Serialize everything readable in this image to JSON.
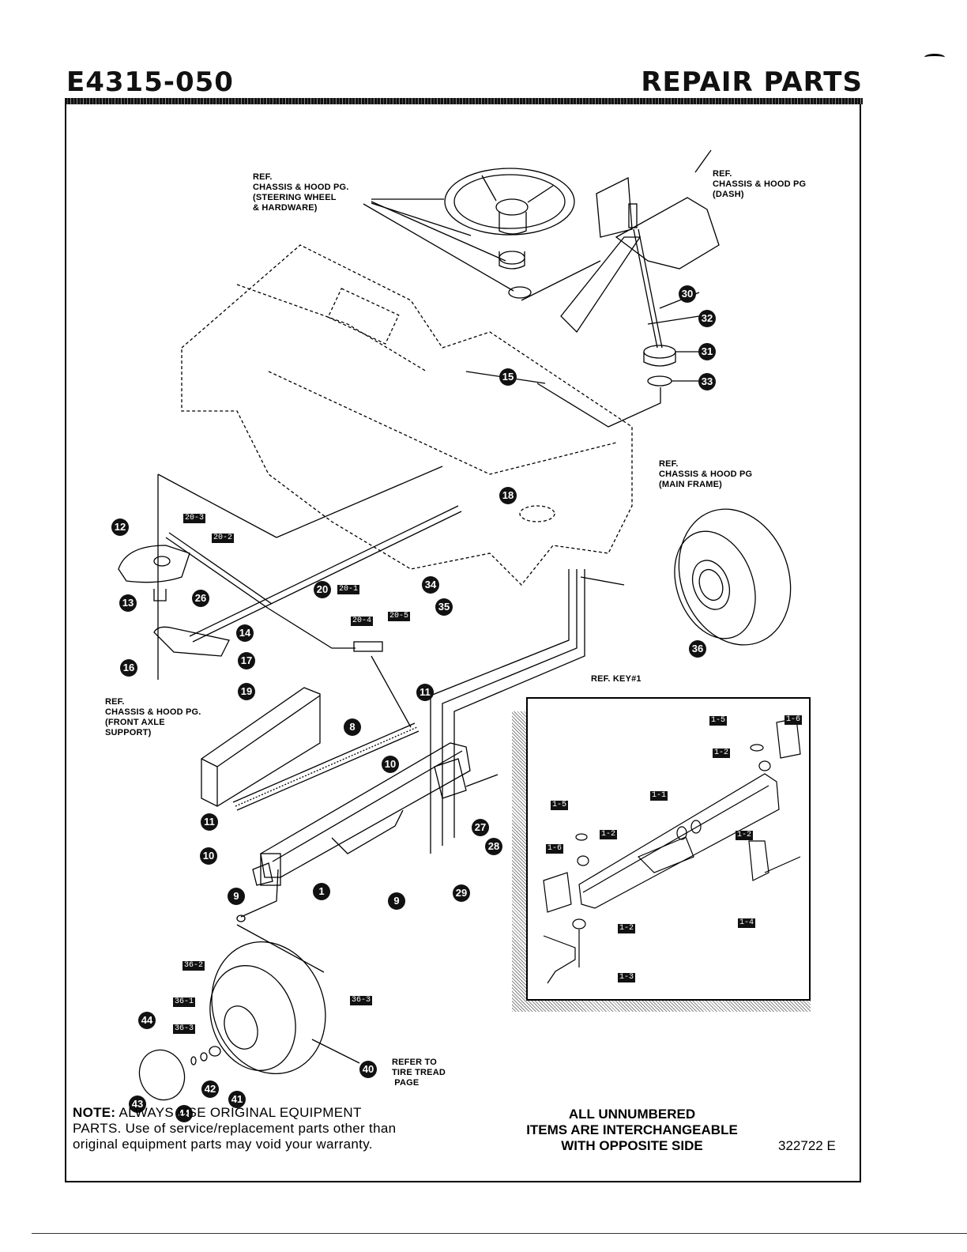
{
  "header": {
    "document_code": "E4315-050",
    "section_title": "REPAIR PARTS"
  },
  "references": {
    "steering_wheel": "REF.\nCHASSIS & HOOD PG.\n(STEERING WHEEL\n& HARDWARE)",
    "dash": "REF.\nCHASSIS & HOOD PG\n(DASH)",
    "main_frame": "REF.\nCHASSIS & HOOD PG\n(MAIN FRAME)",
    "front_axle_support": "REF.\nCHASSIS & HOOD PG.\n(FRONT AXLE\nSUPPORT)",
    "ref_key": "REF. KEY#1",
    "tire_tread": "REFER TO\nTIRE TREAD\n PAGE"
  },
  "callouts": [
    {
      "id": "c30",
      "label": "30"
    },
    {
      "id": "c32",
      "label": "32"
    },
    {
      "id": "c31",
      "label": "31"
    },
    {
      "id": "c33",
      "label": "33"
    },
    {
      "id": "c15",
      "label": "15"
    },
    {
      "id": "c18",
      "label": "18"
    },
    {
      "id": "c12",
      "label": "12"
    },
    {
      "id": "c13",
      "label": "13"
    },
    {
      "id": "c26",
      "label": "26"
    },
    {
      "id": "c20",
      "label": "20"
    },
    {
      "id": "c14",
      "label": "14"
    },
    {
      "id": "c16",
      "label": "16"
    },
    {
      "id": "c17",
      "label": "17"
    },
    {
      "id": "c19",
      "label": "19"
    },
    {
      "id": "c34",
      "label": "34"
    },
    {
      "id": "c35",
      "label": "35"
    },
    {
      "id": "c36",
      "label": "36"
    },
    {
      "id": "c11a",
      "label": "11"
    },
    {
      "id": "c8",
      "label": "8"
    },
    {
      "id": "c10a",
      "label": "10"
    },
    {
      "id": "c11b",
      "label": "11"
    },
    {
      "id": "c10b",
      "label": "10"
    },
    {
      "id": "c27",
      "label": "27"
    },
    {
      "id": "c28",
      "label": "28"
    },
    {
      "id": "c29",
      "label": "29"
    },
    {
      "id": "c9a",
      "label": "9"
    },
    {
      "id": "c1",
      "label": "1"
    },
    {
      "id": "c9b",
      "label": "9"
    },
    {
      "id": "c44a",
      "label": "44"
    },
    {
      "id": "c42",
      "label": "42"
    },
    {
      "id": "c41",
      "label": "41"
    },
    {
      "id": "c40",
      "label": "40"
    },
    {
      "id": "c43",
      "label": "43"
    },
    {
      "id": "c44b",
      "label": "44"
    }
  ],
  "sub_tags": [
    {
      "id": "t20-3",
      "label": "20-3"
    },
    {
      "id": "t20-2",
      "label": "20-2"
    },
    {
      "id": "t20-1",
      "label": "20-1"
    },
    {
      "id": "t20-4",
      "label": "20-4"
    },
    {
      "id": "t20-5",
      "label": "20-5"
    },
    {
      "id": "t36-2",
      "label": "36-2"
    },
    {
      "id": "t36-1",
      "label": "36-1"
    },
    {
      "id": "t36-3a",
      "label": "36-3"
    },
    {
      "id": "t36-3b",
      "label": "36-3"
    }
  ],
  "inset_tags": [
    {
      "id": "i1-5a",
      "label": "1-5"
    },
    {
      "id": "i1-6a",
      "label": "1-6"
    },
    {
      "id": "i1-2a",
      "label": "1-2"
    },
    {
      "id": "i1-1",
      "label": "1-1"
    },
    {
      "id": "i1-5b",
      "label": "1-5"
    },
    {
      "id": "i1-2b",
      "label": "1-2"
    },
    {
      "id": "i1-6b",
      "label": "1-6"
    },
    {
      "id": "i1-2c",
      "label": "1-2"
    },
    {
      "id": "i1-4",
      "label": "1-4"
    },
    {
      "id": "i1-2d",
      "label": "1-2"
    },
    {
      "id": "i1-3",
      "label": "1-3"
    }
  ],
  "footer": {
    "note_bold": "NOTE:",
    "note_line1": " ALWAYS USE ORIGINAL EQUIPMENT",
    "note_line2": "PARTS. Use of service/replacement parts other than",
    "note_line3": "original equipment parts may void your warranty.",
    "interchange_line1": "ALL UNNUMBERED",
    "interchange_line2": "ITEMS ARE INTERCHANGEABLE",
    "interchange_line3": "WITH OPPOSITE SIDE",
    "part_number": "322722 E"
  }
}
